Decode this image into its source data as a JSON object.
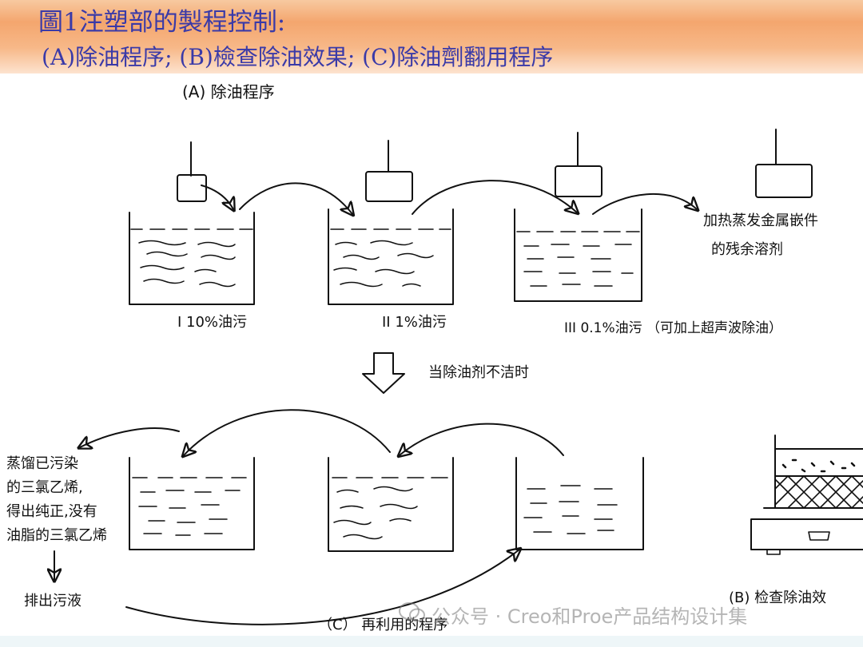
{
  "header": {
    "title": "圖1注塑部的製程控制:",
    "subtitle": "(A)除油程序; (B)檢查除油效果; (C)除油劑翻用程序"
  },
  "section_a": {
    "label": "(A) 除油程序",
    "tank1_label": "I   10%油污",
    "tank2_label": "II   1%油污",
    "tank3_label": "III  0.1%油污 （可加上超声波除油）",
    "heat_note_line1": "加热蒸发金属嵌件",
    "heat_note_line2": "的残余溶剂",
    "condition": "当除油剂不洁时"
  },
  "section_c": {
    "label": "（C） 再利用的程序",
    "distill_line1": "蒸馏已污染",
    "distill_line2": "的三氯乙烯,",
    "distill_line3": "得出纯正,没有",
    "distill_line4": "油脂的三氯乙烯",
    "drain": "排出污液"
  },
  "section_b": {
    "label": "(B) 检查除油效"
  },
  "watermark": {
    "text": "公众号 · Creo和Proe产品结构设计集"
  }
}
